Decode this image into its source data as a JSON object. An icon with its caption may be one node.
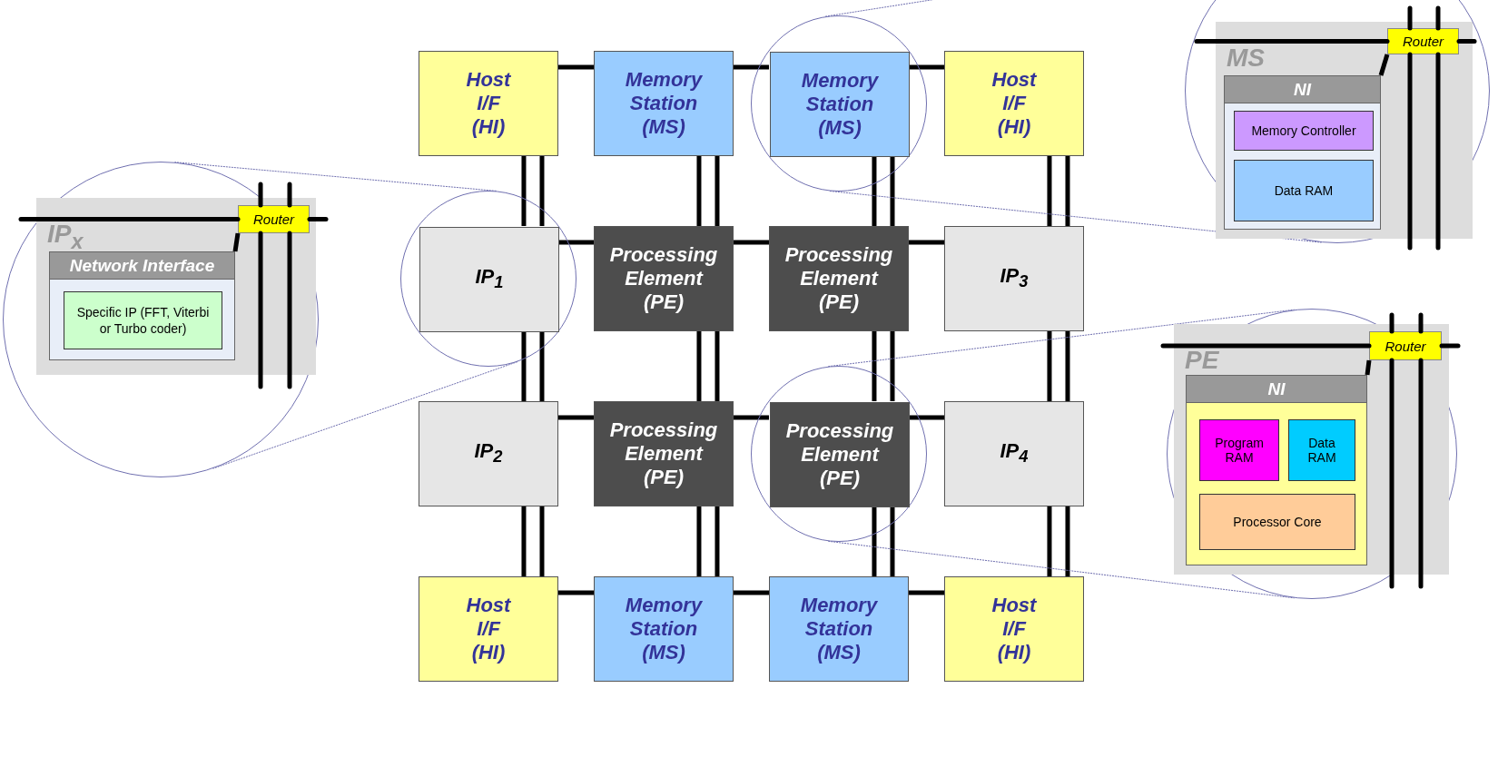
{
  "diagram": {
    "nodes": [
      {
        "text": [
          "Host I/F (HI)"
        ]
      },
      {
        "text": [
          "Memory Station (MS)"
        ]
      },
      {
        "text": [],
        "shape": "circle"
      },
      {
        "text": [
          "Memory Station (MS)"
        ],
        "in": 2
      },
      {
        "text": [
          "Host I/F (HI)"
        ]
      },
      {
        "text": [],
        "shape": "circle"
      },
      {
        "text": [
          "IP$_{1}$"
        ],
        "in": 5
      },
      {
        "text": [
          "Processing Element (PE)"
        ]
      },
      {
        "text": [
          "Processing Element (PE)"
        ]
      },
      {
        "text": [
          "IP$_{3}$"
        ]
      },
      {
        "text": [
          "IP$_{2}$"
        ]
      },
      {
        "text": [
          "Processing Element (PE)"
        ]
      },
      {
        "text": [],
        "shape": "circle"
      },
      {
        "text": [
          "Processing Element (PE)"
        ],
        "in": 12
      },
      {
        "text": [
          "IP$_{4}$"
        ]
      },
      {
        "text": [
          "Host I/F (HI)"
        ]
      },
      {
        "text": [
          "Memory Station (MS)"
        ]
      },
      {
        "text": [
          "Memory Station (MS)"
        ]
      },
      {
        "text": [
          "Host I/F (HI)"
        ]
      },
      {
        "text": [],
        "shape": "circle"
      },
      {
        "text": [
          "IP$_{x}$"
        ],
        "in": 19
      },
      {
        "text": [
          "Router"
        ],
        "in": 20
      },
      {
        "text": [
          "Network Interface"
        ],
        "in": 20
      },
      {
        "text": [
          "Specific IP (FFT, Viterbi or Turbo coder)"
        ],
        "in": 22
      },
      {
        "text": [],
        "shape": "circle"
      },
      {
        "text": [
          "MS"
        ],
        "in": 24
      },
      {
        "text": [
          "Router"
        ],
        "in": 25
      },
      {
        "text": [
          "NI"
        ],
        "in": 25
      },
      {
        "text": [
          "Memory Controller"
        ],
        "in": 27
      },
      {
        "text": [
          "Data RAM"
        ],
        "in": 27
      },
      {
        "text": [],
        "shape": "circle"
      },
      {
        "text": [
          "PE"
        ],
        "in": 30
      },
      {
        "text": [
          "Router"
        ],
        "in": 31
      },
      {
        "text": [
          "NI"
        ],
        "in": 31
      },
      {
        "text": [
          "Program RAM"
        ],
        "in": 33
      },
      {
        "text": [
          "Data RAM"
        ],
        "in": 33
      },
      {
        "text": [
          "Processor Core"
        ],
        "in": 33
      }
    ],
    "edges": [
      {
        "from": 0,
        "to": 1,
        "arrow": "none"
      },
      {
        "from": 1,
        "to": 3,
        "arrow": "none"
      },
      {
        "from": 3,
        "to": 4,
        "arrow": "none"
      },
      {
        "from": 6,
        "to": 7,
        "arrow": "none"
      },
      {
        "from": 7,
        "to": 8,
        "arrow": "none"
      },
      {
        "from": 8,
        "to": 9,
        "arrow": "none"
      },
      {
        "from": 10,
        "to": 11,
        "arrow": "none"
      },
      {
        "from": 11,
        "to": 13,
        "arrow": "none"
      },
      {
        "from": 13,
        "to": 14,
        "arrow": "none"
      },
      {
        "from": 15,
        "to": 16,
        "arrow": "none"
      },
      {
        "from": 16,
        "to": 17,
        "arrow": "none"
      },
      {
        "from": 17,
        "to": 18,
        "arrow": "none"
      },
      {
        "from": 0,
        "to": 6,
        "arrow": "none"
      },
      {
        "from": 1,
        "to": 7,
        "arrow": "none"
      },
      {
        "from": 3,
        "to": 8,
        "arrow": "none"
      },
      {
        "from": 4,
        "to": 9,
        "arrow": "none"
      },
      {
        "from": 6,
        "to": 10,
        "arrow": "none"
      },
      {
        "from": 7,
        "to": 11,
        "arrow": "none"
      },
      {
        "from": 8,
        "to": 13,
        "arrow": "none"
      },
      {
        "from": 9,
        "to": 14,
        "arrow": "none"
      },
      {
        "from": 10,
        "to": 15,
        "arrow": "none"
      },
      {
        "from": 11,
        "to": 16,
        "arrow": "none"
      },
      {
        "from": 13,
        "to": 17,
        "arrow": "none"
      },
      {
        "from": 14,
        "to": 18,
        "arrow": "none"
      },
      {
        "from": 5,
        "to": 19,
        "arrow": "none",
        "style": "dashed",
        "color": "#7070b0"
      },
      {
        "from": 5,
        "to": 19,
        "arrow": "none",
        "style": "dashed",
        "color": "#7070b0"
      },
      {
        "from": 2,
        "to": 24,
        "arrow": "none",
        "style": "dashed",
        "color": "#7070b0"
      },
      {
        "from": 2,
        "to": 24,
        "arrow": "none",
        "style": "dashed",
        "color": "#7070b0"
      },
      {
        "from": 12,
        "to": 30,
        "arrow": "none",
        "style": "dashed",
        "color": "#7070b0"
      },
      {
        "from": 12,
        "to": 30,
        "arrow": "none",
        "style": "dashed",
        "color": "#7070b0"
      },
      {
        "from": 21,
        "to": 22,
        "arrow": "none"
      },
      {
        "from": 26,
        "to": 27,
        "arrow": "none"
      },
      {
        "from": 32,
        "to": 33,
        "arrow": "none"
      }
    ]
  }
}
